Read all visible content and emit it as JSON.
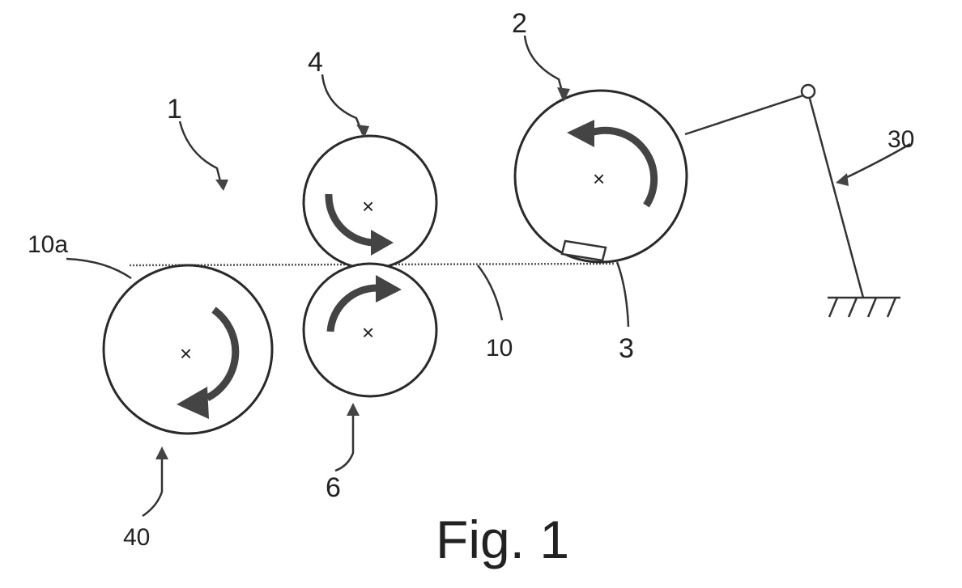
{
  "labels": {
    "device": "1",
    "rotor": "2",
    "blade": "3",
    "upper_roll": "4",
    "lower_roll": "6",
    "web": "10",
    "web_end": "10a",
    "linkage": "30",
    "supply_roll": "40"
  },
  "axis_mark": "×",
  "caption": "Fig. 1",
  "colors": {
    "ink": "#2a2a2a",
    "background": "#ffffff"
  }
}
